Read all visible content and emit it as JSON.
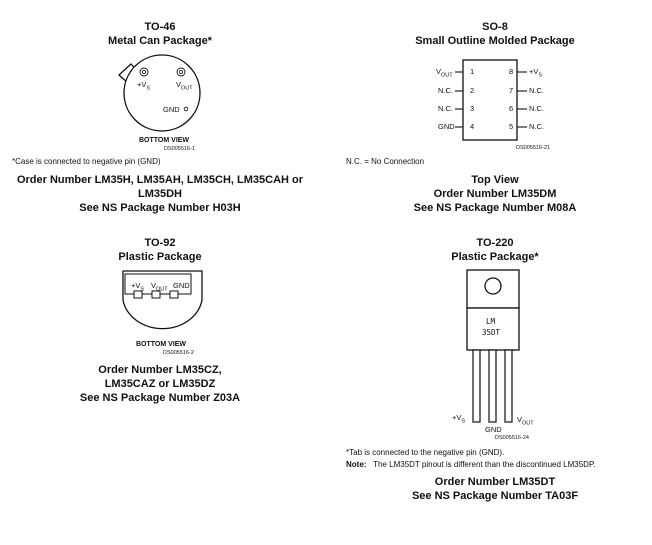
{
  "to46": {
    "title": "TO-46",
    "subtitle": "Metal Can Package*",
    "pin_vs": "+V",
    "pin_vs_sub": "S",
    "pin_vout": "V",
    "pin_vout_sub": "OUT",
    "pin_gnd": "GND",
    "view": "BOTTOM VIEW",
    "code": "DS005516-1",
    "footnote": "*Case is connected to negative pin (GND)",
    "order_1": "Order Number LM35H, LM35AH, LM35CH, LM35CAH or",
    "order_2": "LM35DH",
    "ns": "See NS Package Number H03H"
  },
  "so8": {
    "title": "SO-8",
    "subtitle": "Small Outline Molded Package",
    "left_pins": [
      {
        "label": "V",
        "sub": "OUT",
        "num": "1"
      },
      {
        "label": "N.C.",
        "sub": "",
        "num": "2"
      },
      {
        "label": "N.C.",
        "sub": "",
        "num": "3"
      },
      {
        "label": "GND",
        "sub": "",
        "num": "4"
      }
    ],
    "right_pins": [
      {
        "num": "8",
        "label": "+V",
        "sub": "S"
      },
      {
        "num": "7",
        "label": "N.C.",
        "sub": ""
      },
      {
        "num": "6",
        "label": "N.C.",
        "sub": ""
      },
      {
        "num": "5",
        "label": "N.C.",
        "sub": ""
      }
    ],
    "code": "DS005516-21",
    "nc_note": "N.C. = No Connection",
    "view": "Top View",
    "order": "Order Number LM35DM",
    "ns": "See NS Package Number M08A"
  },
  "to92": {
    "title": "TO-92",
    "subtitle": "Plastic Package",
    "pin_vs": "+V",
    "pin_vs_sub": "S",
    "pin_vout": "V",
    "pin_vout_sub": "OUT",
    "pin_gnd": "GND",
    "view": "BOTTOM VIEW",
    "code": "DS005516-2",
    "order_1": "Order Number LM35CZ,",
    "order_2": "LM35CAZ or LM35DZ",
    "ns": "See NS Package Number Z03A"
  },
  "to220": {
    "title": "TO-220",
    "subtitle": "Plastic Package*",
    "marking_1": "LM",
    "marking_2": "35DT",
    "pin_vs": "+V",
    "pin_vs_sub": "S",
    "pin_gnd": "GND",
    "pin_vout": "V",
    "pin_vout_sub": "OUT",
    "code": "DS005516-24",
    "footnote": "*Tab is connected to the negative pin (GND).",
    "note_label": "Note:",
    "note_text": "The LM35DT pinout is different than the discontinued LM35DP.",
    "order": "Order Number LM35DT",
    "ns": "See NS Package Number TA03F"
  }
}
